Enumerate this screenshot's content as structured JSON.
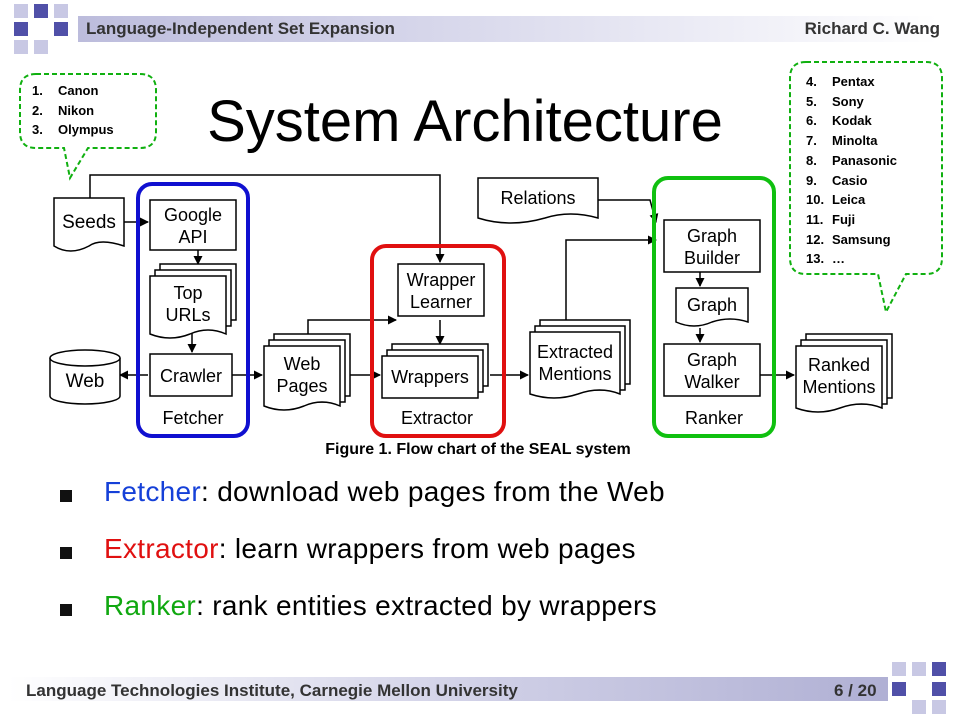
{
  "header": {
    "left_title": "Language-Independent Set Expansion",
    "author": "Richard C. Wang"
  },
  "slide": {
    "title": "System Architecture"
  },
  "bubble_left": {
    "items": [
      {
        "num": "1.",
        "label": "Canon"
      },
      {
        "num": "2.",
        "label": "Nikon"
      },
      {
        "num": "3.",
        "label": "Olympus"
      }
    ]
  },
  "bubble_right": {
    "items": [
      {
        "num": "4.",
        "label": "Pentax"
      },
      {
        "num": "5.",
        "label": "Sony"
      },
      {
        "num": "6.",
        "label": "Kodak"
      },
      {
        "num": "7.",
        "label": "Minolta"
      },
      {
        "num": "8.",
        "label": "Panasonic"
      },
      {
        "num": "9.",
        "label": "Casio"
      },
      {
        "num": "10.",
        "label": "Leica"
      },
      {
        "num": "11.",
        "label": "Fuji"
      },
      {
        "num": "12.",
        "label": "Samsung"
      },
      {
        "num": "13.",
        "label": "…"
      }
    ]
  },
  "diagram": {
    "nodes": {
      "seeds": "Seeds",
      "web": "Web",
      "google_api": [
        "Google",
        "API"
      ],
      "top_urls": [
        "Top",
        "URLs"
      ],
      "crawler": "Crawler",
      "web_pages": [
        "Web",
        "Pages"
      ],
      "wrapper_learner": [
        "Wrapper",
        "Learner"
      ],
      "wrappers": "Wrappers",
      "relations": "Relations",
      "extracted_mentions": [
        "Extracted",
        "Mentions"
      ],
      "graph_builder": [
        "Graph",
        "Builder"
      ],
      "graph": "Graph",
      "graph_walker": [
        "Graph",
        "Walker"
      ],
      "ranked_mentions": [
        "Ranked",
        "Mentions"
      ]
    },
    "groups": {
      "fetcher": "Fetcher",
      "extractor": "Extractor",
      "ranker": "Ranker"
    },
    "caption": "Figure 1. Flow chart of the SEAL system",
    "colors": {
      "fetcher": "#1010d0",
      "extractor": "#e01010",
      "ranker": "#10c010"
    }
  },
  "bullets": [
    {
      "term": "Fetcher",
      "rest": ": download web pages from the Web",
      "color": "#1540d8"
    },
    {
      "term": "Extractor",
      "rest": ": learn wrappers from web pages",
      "color": "#e01010"
    },
    {
      "term": "Ranker",
      "rest": ": rank entities extracted by wrappers",
      "color": "#10a810"
    }
  ],
  "footer": {
    "institute": "Language Technologies Institute, Carnegie Mellon University",
    "page": "6 / 20"
  }
}
